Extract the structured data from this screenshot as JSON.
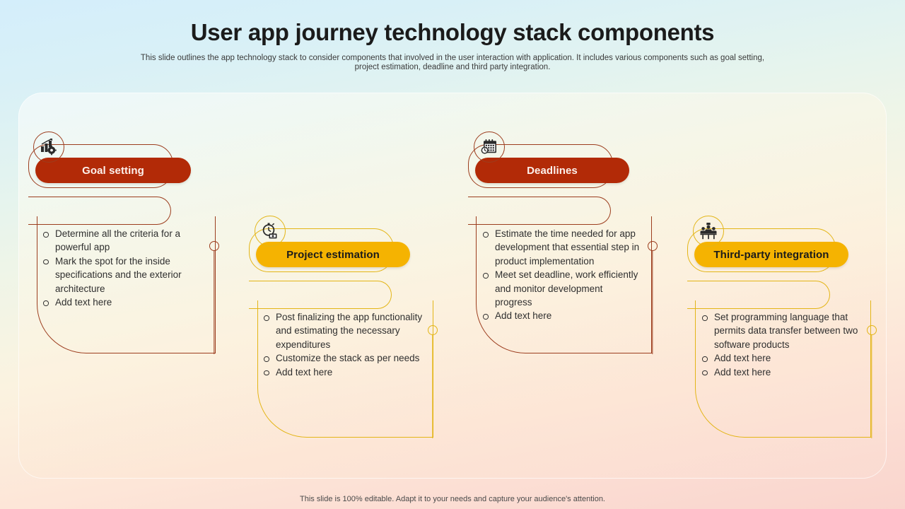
{
  "slide": {
    "title": "User app journey technology stack components",
    "subtitle": "This slide outlines the  app technology stack to consider components that involved in the user interaction with application. It includes various components such as goal setting, project estimation, deadline and third party integration.",
    "footer": "This slide is 100% editable. Adapt it to your needs and capture your audience's attention."
  },
  "colors": {
    "red": "#b22a07",
    "yellow": "#f5b301",
    "red_outline": "#9c3d1e",
    "yellow_outline": "#e3b517",
    "text": "#2f2f2f",
    "title": "#1b1b1b"
  },
  "nodes": [
    {
      "id": "goal-setting",
      "label": "Goal setting",
      "accent": "#b22a07",
      "outline": "#9c3d1e",
      "theme": "red",
      "icon": "bar-chart-gear-icon",
      "bullets": [
        "Determine all the criteria for a powerful app",
        "Mark the spot for the inside specifications and the exterior architecture",
        "Add text here"
      ]
    },
    {
      "id": "project-estimation",
      "label": "Project estimation",
      "accent": "#f5b301",
      "outline": "#e3b517",
      "theme": "yellow",
      "icon": "stopwatch-money-icon",
      "bullets": [
        "Post finalizing the app functionality  and estimating the necessary expenditures",
        "Customize the stack as per needs",
        "Add text here"
      ]
    },
    {
      "id": "deadlines",
      "label": "Deadlines",
      "accent": "#b22a07",
      "outline": "#9c3d1e",
      "theme": "red",
      "icon": "calendar-clock-icon",
      "bullets": [
        "Estimate the time needed for app development that essential step in product implementation",
        "Meet set deadline, work efficiently and monitor development progress",
        "Add text here"
      ]
    },
    {
      "id": "third-party-integration",
      "label": "Third-party integration",
      "accent": "#f5b301",
      "outline": "#e3b517",
      "theme": "yellow",
      "icon": "team-meeting-icon",
      "bullets": [
        "Set programming language that permits data transfer between two software products",
        "Add text here",
        "Add text here"
      ]
    }
  ]
}
